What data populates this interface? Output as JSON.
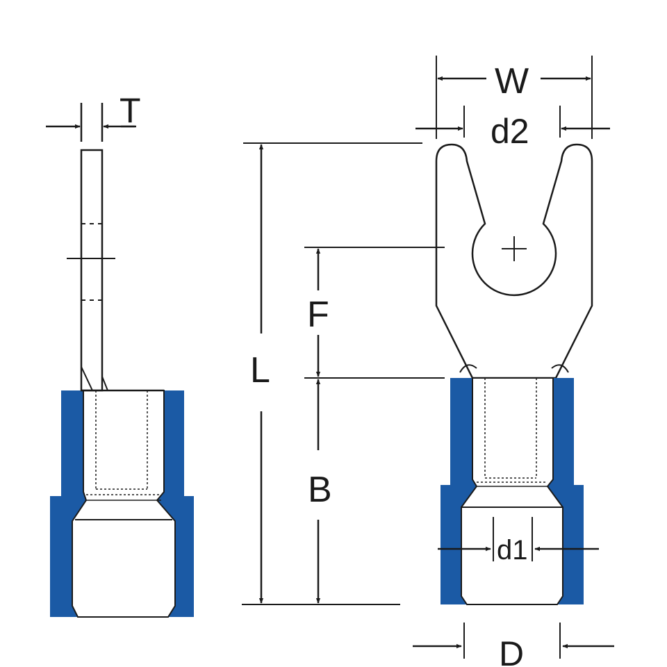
{
  "labels": {
    "thickness": "T",
    "width": "W",
    "slot_width": "d2",
    "length": "L",
    "stud_to_barrel": "F",
    "barrel_length": "B",
    "inner_diameter": "d1",
    "outer_diameter": "D"
  },
  "colors": {
    "insulation": "#1b5aa5",
    "line": "#1a1a1a",
    "background": "#ffffff"
  }
}
